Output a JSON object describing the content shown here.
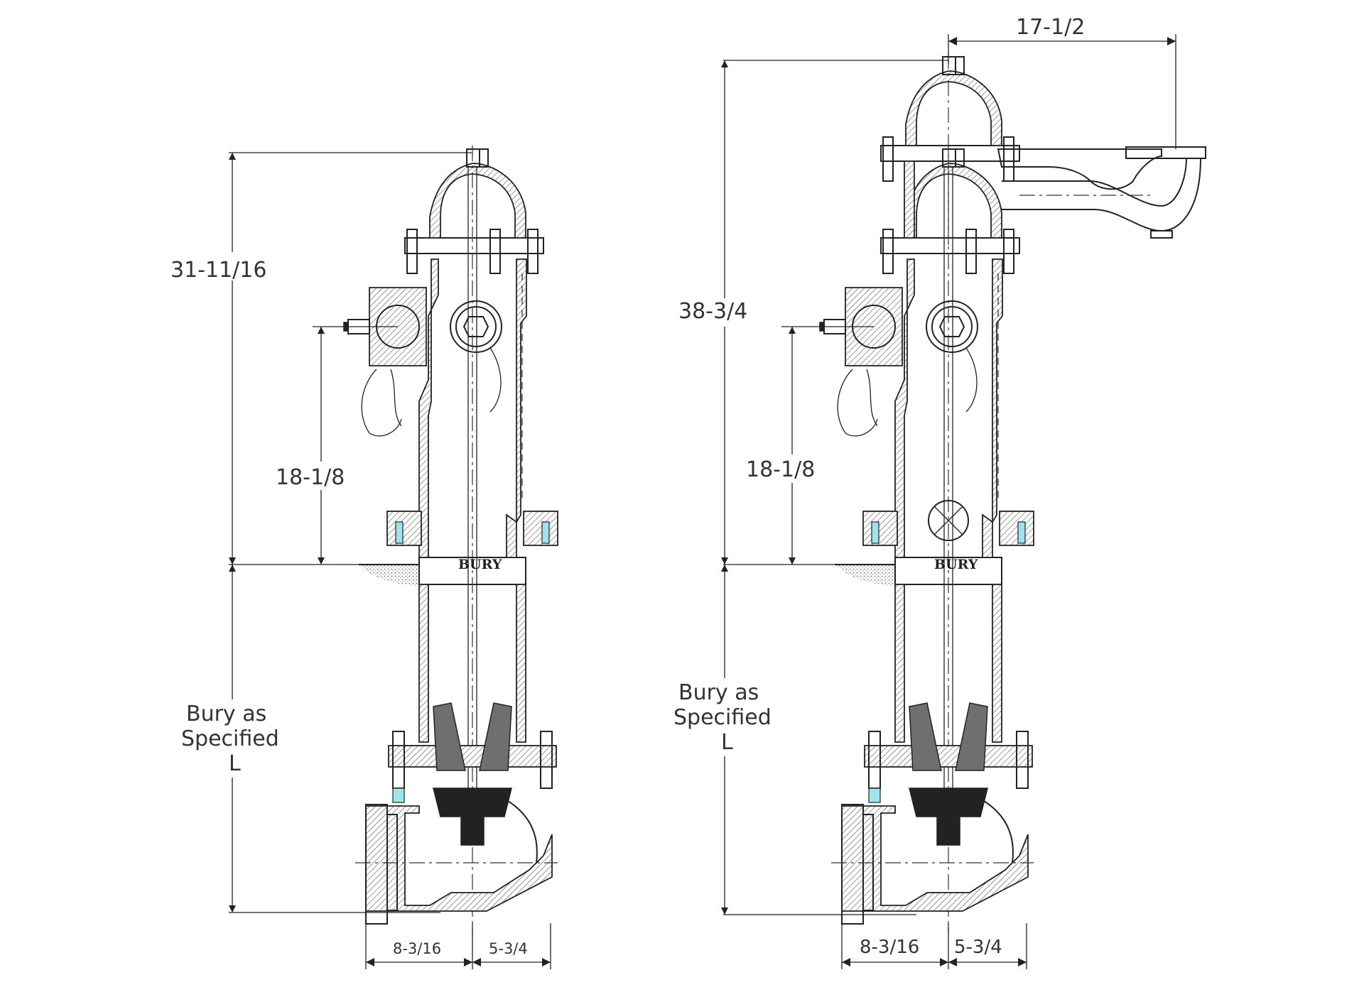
{
  "drawings": [
    {
      "height_label": "31-11/16",
      "nozzle_height_label": "18-1/8",
      "bury_label": "Bury as Specified L",
      "bury_lines": [
        "Bury as",
        "Specified",
        "L"
      ],
      "base_left_label": "8-3/16",
      "base_right_label": "5-3/4",
      "bury_marking": "BURY"
    },
    {
      "height_label": "38-3/4",
      "extension_label": "17-1/2",
      "nozzle_height_label": "18-1/8",
      "bury_label": "Bury as Specified L",
      "bury_lines": [
        "Bury as",
        "Specified",
        "L"
      ],
      "base_left_label": "8-3/16",
      "base_right_label": "5-3/4",
      "bury_marking": "BURY"
    }
  ]
}
